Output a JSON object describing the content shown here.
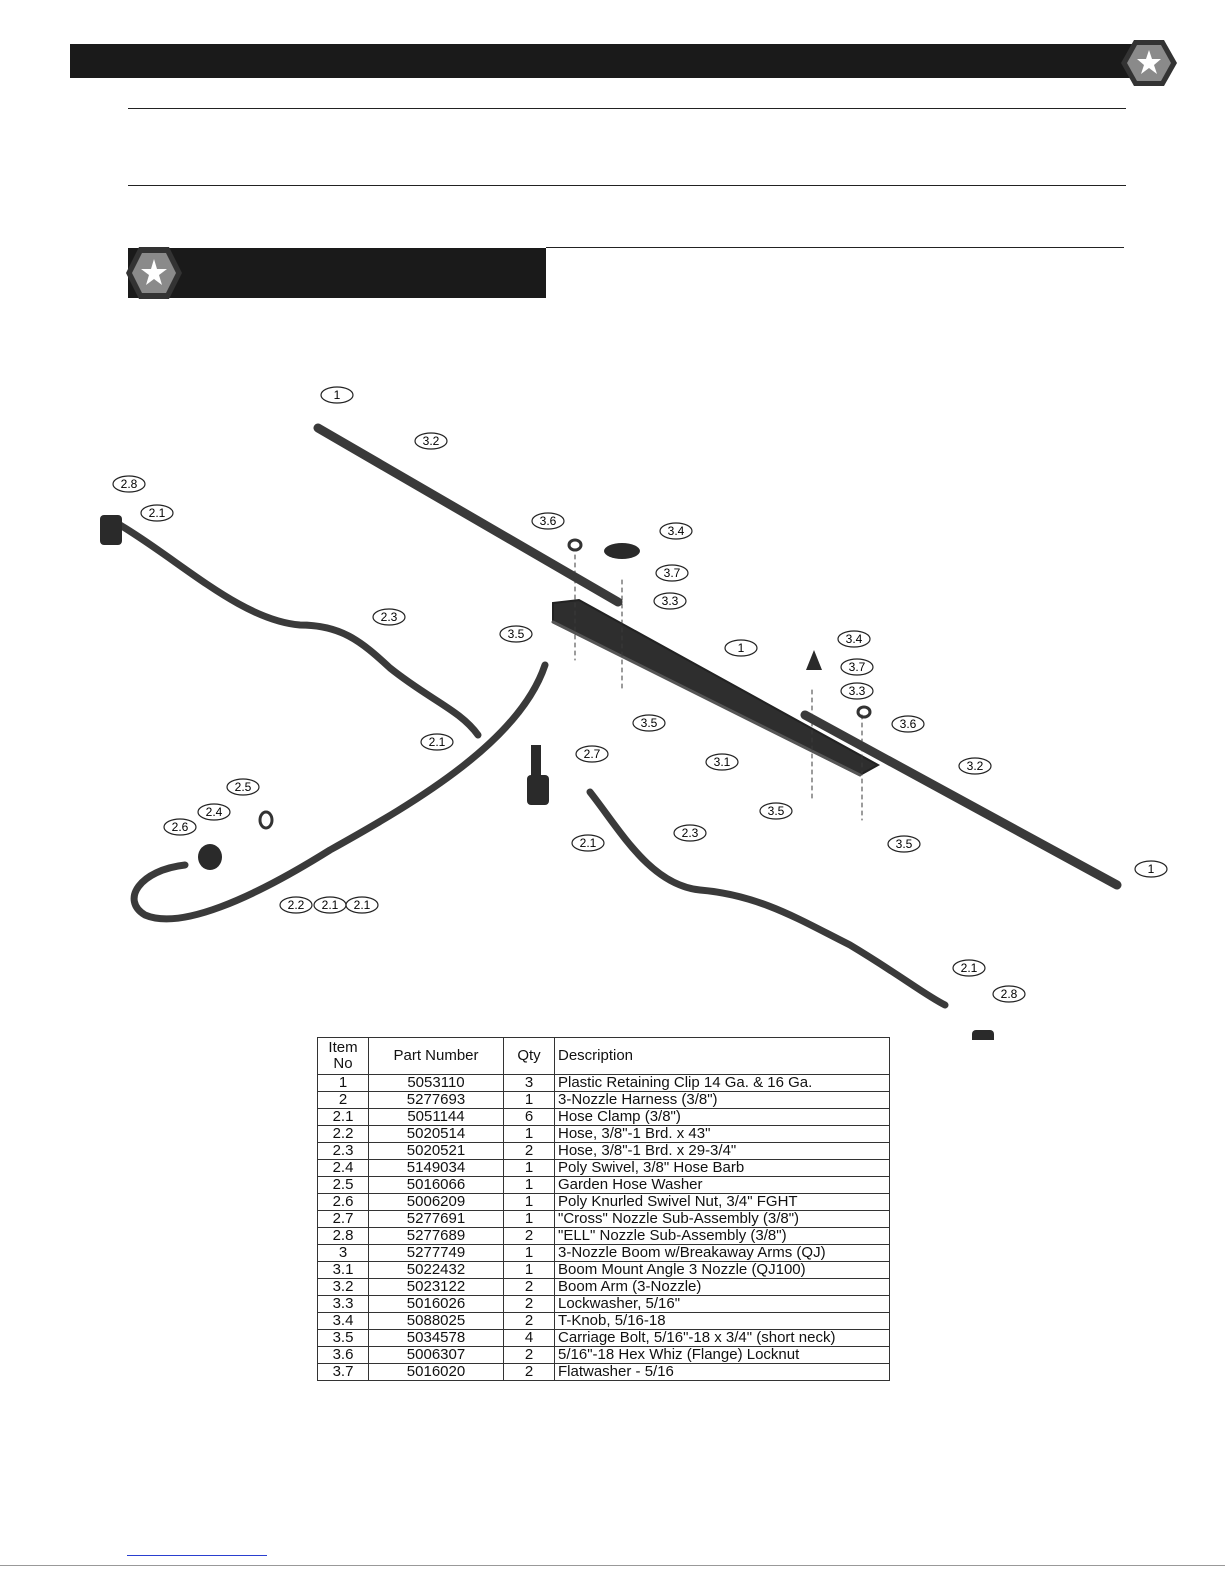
{
  "diagram": {
    "callouts": [
      "1",
      "3.2",
      "2.8",
      "2.1",
      "3.6",
      "3.4",
      "3.7",
      "3.3",
      "2.3",
      "3.5",
      "1",
      "3.4",
      "3.7",
      "3.3",
      "3.6",
      "3.5",
      "2.1",
      "2.7",
      "2.5",
      "2.4",
      "2.6",
      "3.1",
      "3.2",
      "3.5",
      "2.1",
      "2.3",
      "3.5",
      "1",
      "2.2",
      "2.1",
      "2.1",
      "2.1",
      "2.8"
    ]
  },
  "table": {
    "headers": {
      "item": "Item No",
      "part": "Part Number",
      "qty": "Qty",
      "desc": "Description"
    },
    "rows": [
      {
        "item": "1",
        "part": "5053110",
        "qty": "3",
        "desc": "Plastic Retaining Clip 14 Ga. & 16 Ga."
      },
      {
        "item": "2",
        "part": "5277693",
        "qty": "1",
        "desc": "3-Nozzle Harness (3/8\")"
      },
      {
        "item": "2.1",
        "part": "5051144",
        "qty": "6",
        "desc": "Hose Clamp (3/8\")"
      },
      {
        "item": "2.2",
        "part": "5020514",
        "qty": "1",
        "desc": "Hose, 3/8\"-1 Brd. x 43\""
      },
      {
        "item": "2.3",
        "part": "5020521",
        "qty": "2",
        "desc": "Hose, 3/8\"-1 Brd. x 29-3/4\""
      },
      {
        "item": "2.4",
        "part": "5149034",
        "qty": "1",
        "desc": "Poly Swivel, 3/8\" Hose Barb"
      },
      {
        "item": "2.5",
        "part": "5016066",
        "qty": "1",
        "desc": "Garden Hose Washer"
      },
      {
        "item": "2.6",
        "part": "5006209",
        "qty": "1",
        "desc": "Poly Knurled Swivel Nut, 3/4\" FGHT"
      },
      {
        "item": "2.7",
        "part": "5277691",
        "qty": "1",
        "desc": "\"Cross\" Nozzle Sub-Assembly (3/8\")"
      },
      {
        "item": "2.8",
        "part": "5277689",
        "qty": "2",
        "desc": "\"ELL\" Nozzle Sub-Assembly (3/8\")"
      },
      {
        "item": "3",
        "part": "5277749",
        "qty": "1",
        "desc": "3-Nozzle Boom w/Breakaway Arms (QJ)"
      },
      {
        "item": "3.1",
        "part": "5022432",
        "qty": "1",
        "desc": "Boom Mount Angle 3 Nozzle (QJ100)"
      },
      {
        "item": "3.2",
        "part": "5023122",
        "qty": "2",
        "desc": "Boom Arm (3-Nozzle)"
      },
      {
        "item": "3.3",
        "part": "5016026",
        "qty": "2",
        "desc": "Lockwasher, 5/16\""
      },
      {
        "item": "3.4",
        "part": "5088025",
        "qty": "2",
        "desc": "T-Knob, 5/16-18"
      },
      {
        "item": "3.5",
        "part": "5034578",
        "qty": "4",
        "desc": "Carriage Bolt, 5/16\"-18 x 3/4\" (short neck)"
      },
      {
        "item": "3.6",
        "part": "5006307",
        "qty": "2",
        "desc": "5/16\"-18 Hex Whiz (Flange) Locknut"
      },
      {
        "item": "3.7",
        "part": "5016020",
        "qty": "2",
        "desc": "Flatwasher - 5/16"
      }
    ]
  }
}
